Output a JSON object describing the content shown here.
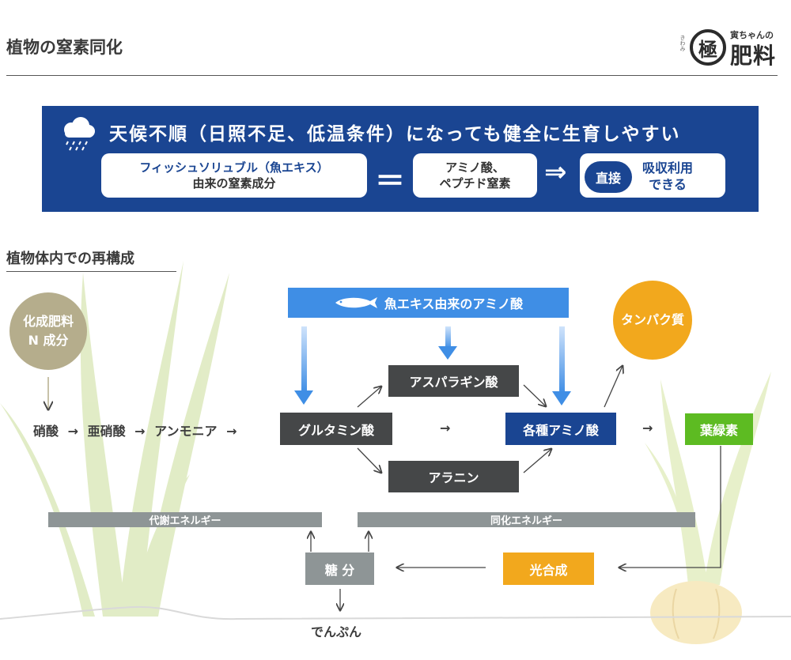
{
  "header": {
    "title": "植物の窒素同化",
    "logo": {
      "mark": "極",
      "small": "寅ちゃんの",
      "big": "肥料",
      "vertical": "きわみ"
    }
  },
  "banner": {
    "headline": "天候不順（日照不足、低温条件）になっても健全に生育しやすい",
    "source_line1": "フィッシュソリュブル（魚エキス）",
    "source_line2": "由来の窒素成分",
    "equals": "＝",
    "amino_line1": "アミノ酸、",
    "amino_line2": "ペプチド窒素",
    "arrow": "⇒",
    "direct": "直接",
    "absorb_line1": "吸収利用",
    "absorb_line2": "できる"
  },
  "section2": {
    "title": "植物体内での再構成"
  },
  "diagram": {
    "fish_source": "魚エキス由来のアミノ酸",
    "chem_fert_line1": "化成肥料",
    "chem_fert_line2": "N 成分",
    "nitrate": "硝酸",
    "nitrite": "亜硝酸",
    "ammonia": "アンモニア",
    "glutamine": "グルタミン酸",
    "asparagine": "アスパラギン酸",
    "alanine": "アラニン",
    "amino_acids": "各種アミノ酸",
    "protein": "タンパク質",
    "chlorophyll": "葉緑素",
    "photosynthesis": "光合成",
    "sugar": "糖 分",
    "starch": "でんぷん",
    "metabolic_energy": "代謝エネルギー",
    "assimilation_energy": "同化エネルギー",
    "arrow_right": "→"
  },
  "colors": {
    "navy": "#1a4592",
    "sky": "#3f8ee5",
    "dark": "#454748",
    "orange": "#f2a81d",
    "green": "#5dbb22",
    "khaki": "#b5ad8c",
    "gray": "#8e9596"
  }
}
